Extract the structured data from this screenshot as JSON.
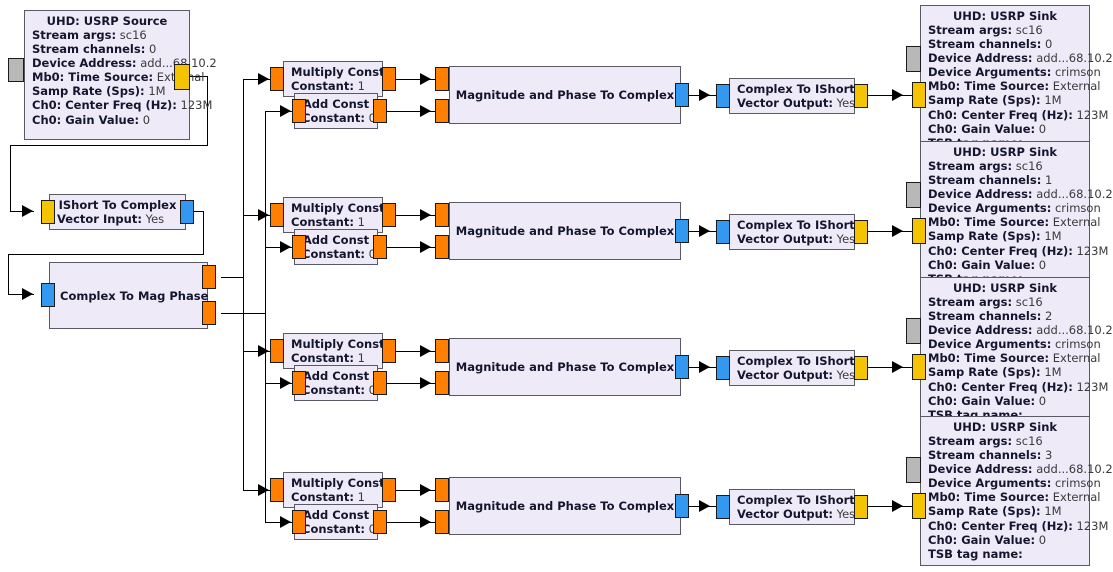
{
  "app": {
    "kind": "gnuradio-flowgraph",
    "canvas_bg": "#ffffff",
    "block_fill": "#eeeaf8",
    "block_border": "#5a5a66",
    "port_colors": {
      "complex": "#3399f0",
      "float": "#ff8000",
      "short": "#f5c400",
      "message": "#b8b8b8"
    }
  },
  "labels": {
    "stream_args": "Stream args:",
    "stream_channels": "Stream channels:",
    "device_address": "Device Address:",
    "device_arguments": "Device Arguments:",
    "time_source": "Mb0: Time Source:",
    "samp_rate": "Samp Rate (Sps):",
    "center_freq": "Ch0: Center Freq (Hz):",
    "gain_value": "Ch0: Gain Value:",
    "tsb_tag_name": "TSB tag name:",
    "vector_input": "Vector Input:",
    "vector_output": "Vector Output:",
    "constant": "Constant:"
  },
  "source_block": {
    "title": "UHD: USRP Source",
    "stream_args": "sc16",
    "stream_channels": "0",
    "device_address": "add...68.10.2",
    "time_source": "External",
    "samp_rate": "1M",
    "center_freq": "123M",
    "gain_value": "0"
  },
  "ishort_to_complex": {
    "title": "IShort To Complex",
    "vector_input": "Yes"
  },
  "complex_to_mag_phase": {
    "title": "Complex To Mag Phase"
  },
  "multiply_const": {
    "title": "Multiply Const",
    "constant": "1"
  },
  "add_const": {
    "title": "Add Const",
    "constant": "0"
  },
  "mag_phase_to_complex": {
    "title": "Magnitude and Phase To Complex"
  },
  "complex_to_ishort": {
    "title": "Complex To IShort",
    "vector_output": "Yes"
  },
  "sinks": [
    {
      "title": "UHD: USRP Sink",
      "stream_args": "sc16",
      "stream_channels": "0",
      "device_address": "add...68.10.2",
      "device_arguments": "crimson",
      "time_source": "External",
      "samp_rate": "1M",
      "center_freq": "123M",
      "gain_value": "0",
      "tsb_tag_name": ""
    },
    {
      "title": "UHD: USRP Sink",
      "stream_args": "sc16",
      "stream_channels": "1",
      "device_address": "add...68.10.2",
      "device_arguments": "crimson",
      "time_source": "External",
      "samp_rate": "1M",
      "center_freq": "123M",
      "gain_value": "0",
      "tsb_tag_name": ""
    },
    {
      "title": "UHD: USRP Sink",
      "stream_args": "sc16",
      "stream_channels": "2",
      "device_address": "add...68.10.2",
      "device_arguments": "crimson",
      "time_source": "External",
      "samp_rate": "1M",
      "center_freq": "123M",
      "gain_value": "0",
      "tsb_tag_name": ""
    },
    {
      "title": "UHD: USRP Sink",
      "stream_args": "sc16",
      "stream_channels": "3",
      "device_address": "add...68.10.2",
      "device_arguments": "crimson",
      "time_source": "External",
      "samp_rate": "1M",
      "center_freq": "123M",
      "gain_value": "0",
      "tsb_tag_name": ""
    }
  ]
}
